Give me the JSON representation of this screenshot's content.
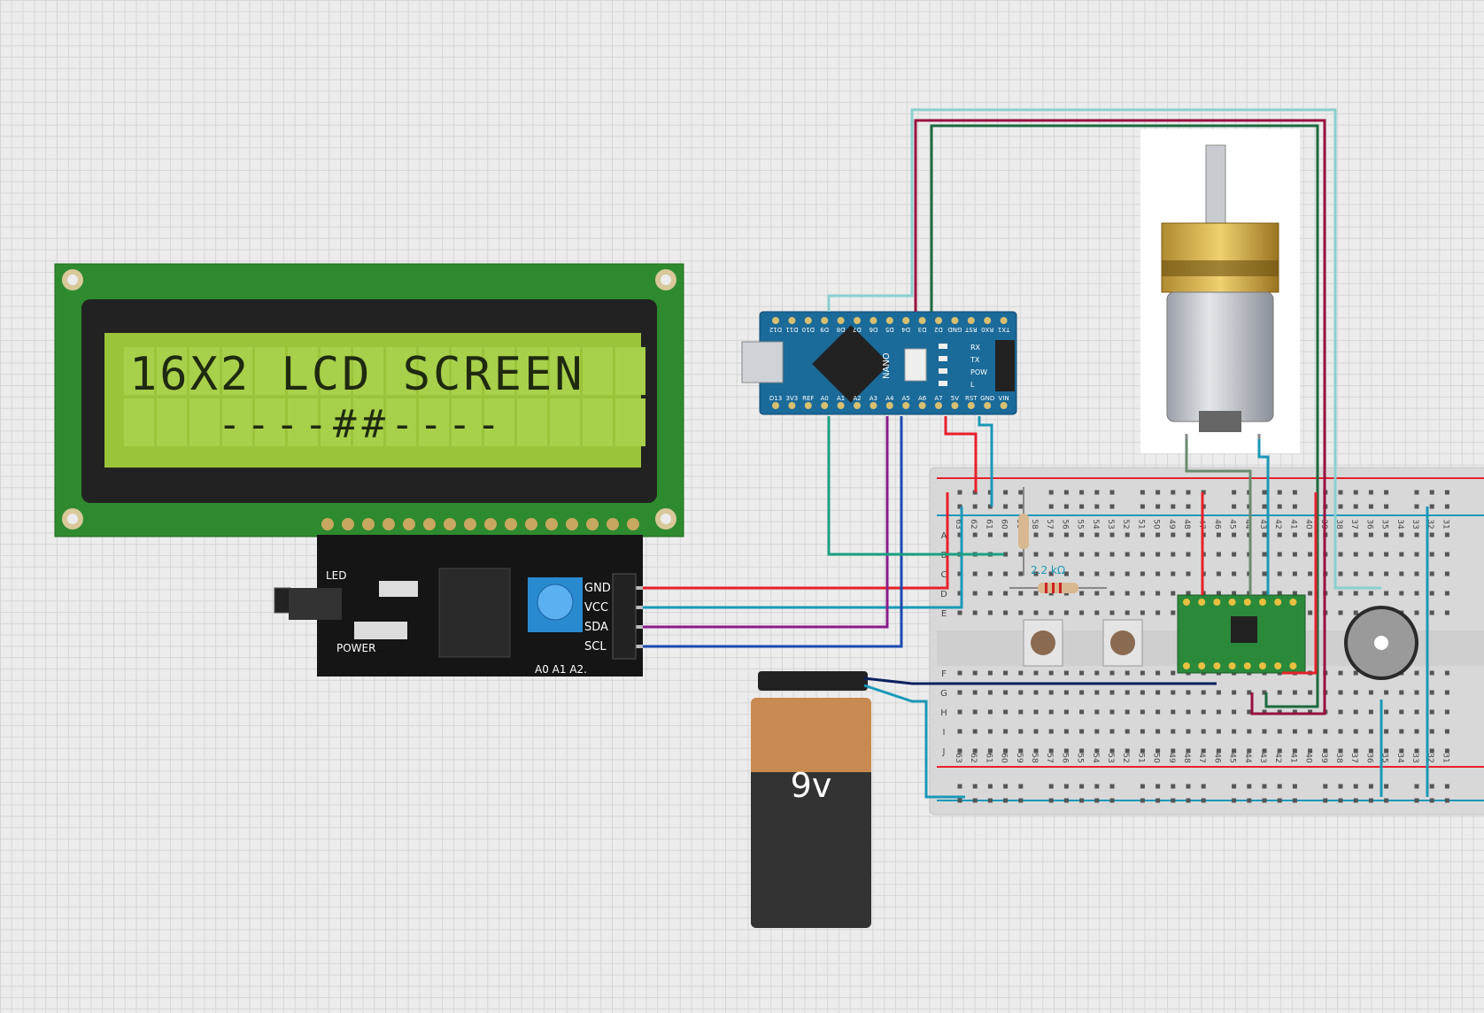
{
  "lcd": {
    "line1": "16X2 LCD SCREEN",
    "line2": "----##----"
  },
  "i2c": {
    "led_label": "LED",
    "power_label": "POWER",
    "pins": [
      "GND",
      "VCC",
      "SDA",
      "SCL"
    ],
    "addr_label": "A0 A1 A2."
  },
  "nano": {
    "name": "NANO",
    "top_pins": [
      "D12",
      "D11",
      "D10",
      "D9",
      "D8",
      "D7",
      "D6",
      "D5",
      "D4",
      "D3",
      "D2",
      "GND",
      "RST",
      "RX0",
      "TX1"
    ],
    "bottom_pins": [
      "D13",
      "3V3",
      "REF",
      "A0",
      "A1",
      "A2",
      "A3",
      "A4",
      "A5",
      "A6",
      "A7",
      "5V",
      "RST",
      "GND",
      "VIN"
    ],
    "leds": [
      "RX",
      "TX",
      "POW",
      "L"
    ]
  },
  "battery": {
    "label": "9v"
  },
  "resistor": {
    "label": "2.2 kΩ"
  },
  "breadboard": {
    "numbers": [
      "63",
      "62",
      "61",
      "60",
      "59",
      "58",
      "57",
      "56",
      "55",
      "54",
      "53",
      "52",
      "51",
      "50",
      "49",
      "48",
      "47",
      "46",
      "45",
      "44",
      "43",
      "42",
      "41",
      "40",
      "39",
      "38",
      "37",
      "36",
      "35",
      "34",
      "33",
      "32",
      "31"
    ],
    "rows_top": [
      "A",
      "B",
      "C",
      "D",
      "E"
    ],
    "rows_bottom": [
      "F",
      "G",
      "H",
      "I",
      "J"
    ]
  },
  "colors": {
    "wire_red": "#e8202a",
    "wire_cyan": "#1a98b8",
    "wire_purple": "#8c1a8c",
    "wire_blue": "#1a4ab0",
    "wire_green": "#1aa080",
    "wire_maroon": "#9a1040",
    "wire_darkgreen": "#1a6a40",
    "wire_lightcyan": "#8ad0d0",
    "wire_navy": "#0a2060",
    "wire_gray": "#6a8a70"
  }
}
